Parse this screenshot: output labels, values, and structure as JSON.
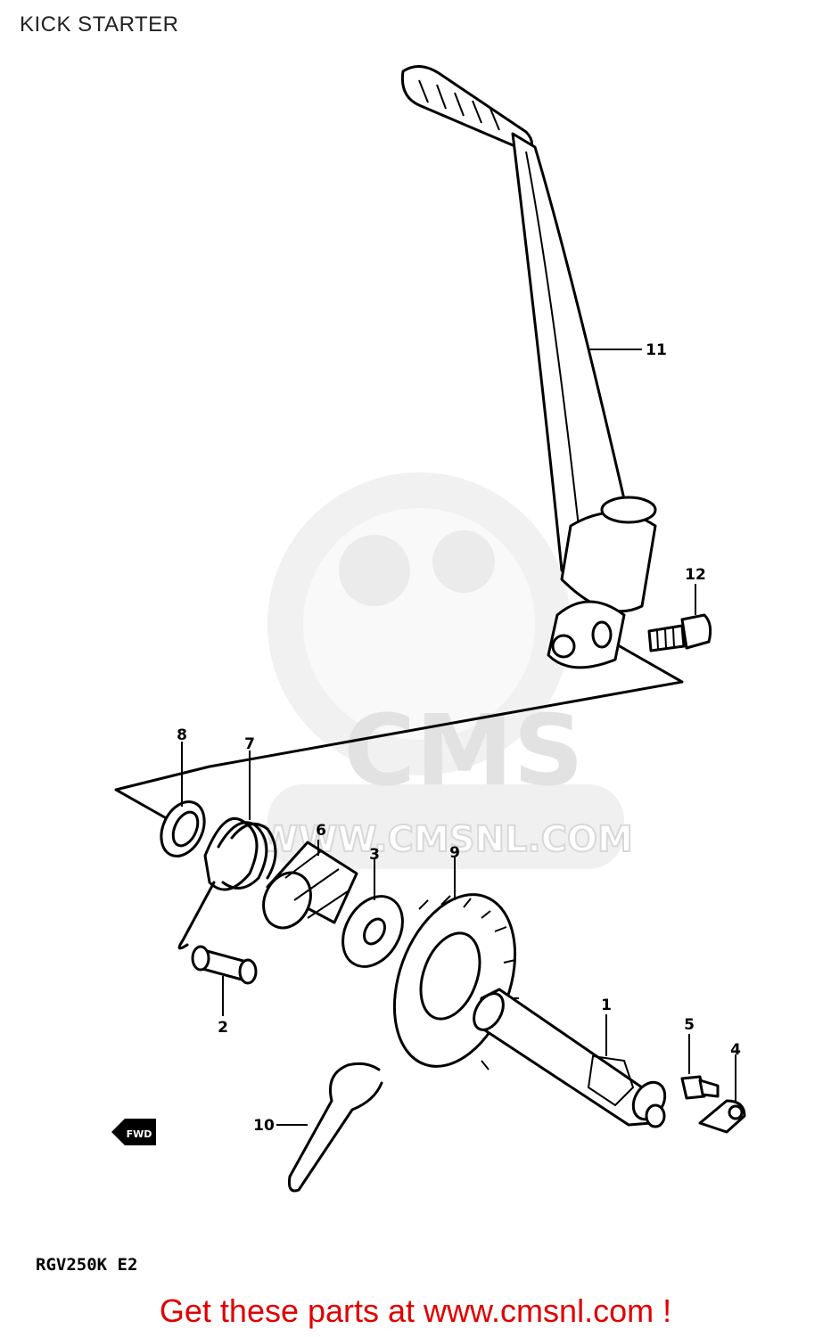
{
  "title": "KICK STARTER",
  "model_code": "RGV250K E2",
  "watermark": {
    "brand": "CMS",
    "url": "WWW.CMSNL.COM"
  },
  "footer_cta": "Get these parts at www.cmsnl.com !",
  "colors": {
    "cta": "#e00000",
    "watermark": "#e2e2e2",
    "line": "#000000"
  },
  "fwd_marker": "FWD",
  "part_labels": {
    "p1": "1",
    "p2": "2",
    "p3": "3",
    "p4": "4",
    "p5": "5",
    "p6": "6",
    "p7": "7",
    "p8": "8",
    "p9": "9",
    "p10": "10",
    "p11": "11",
    "p12": "12"
  }
}
